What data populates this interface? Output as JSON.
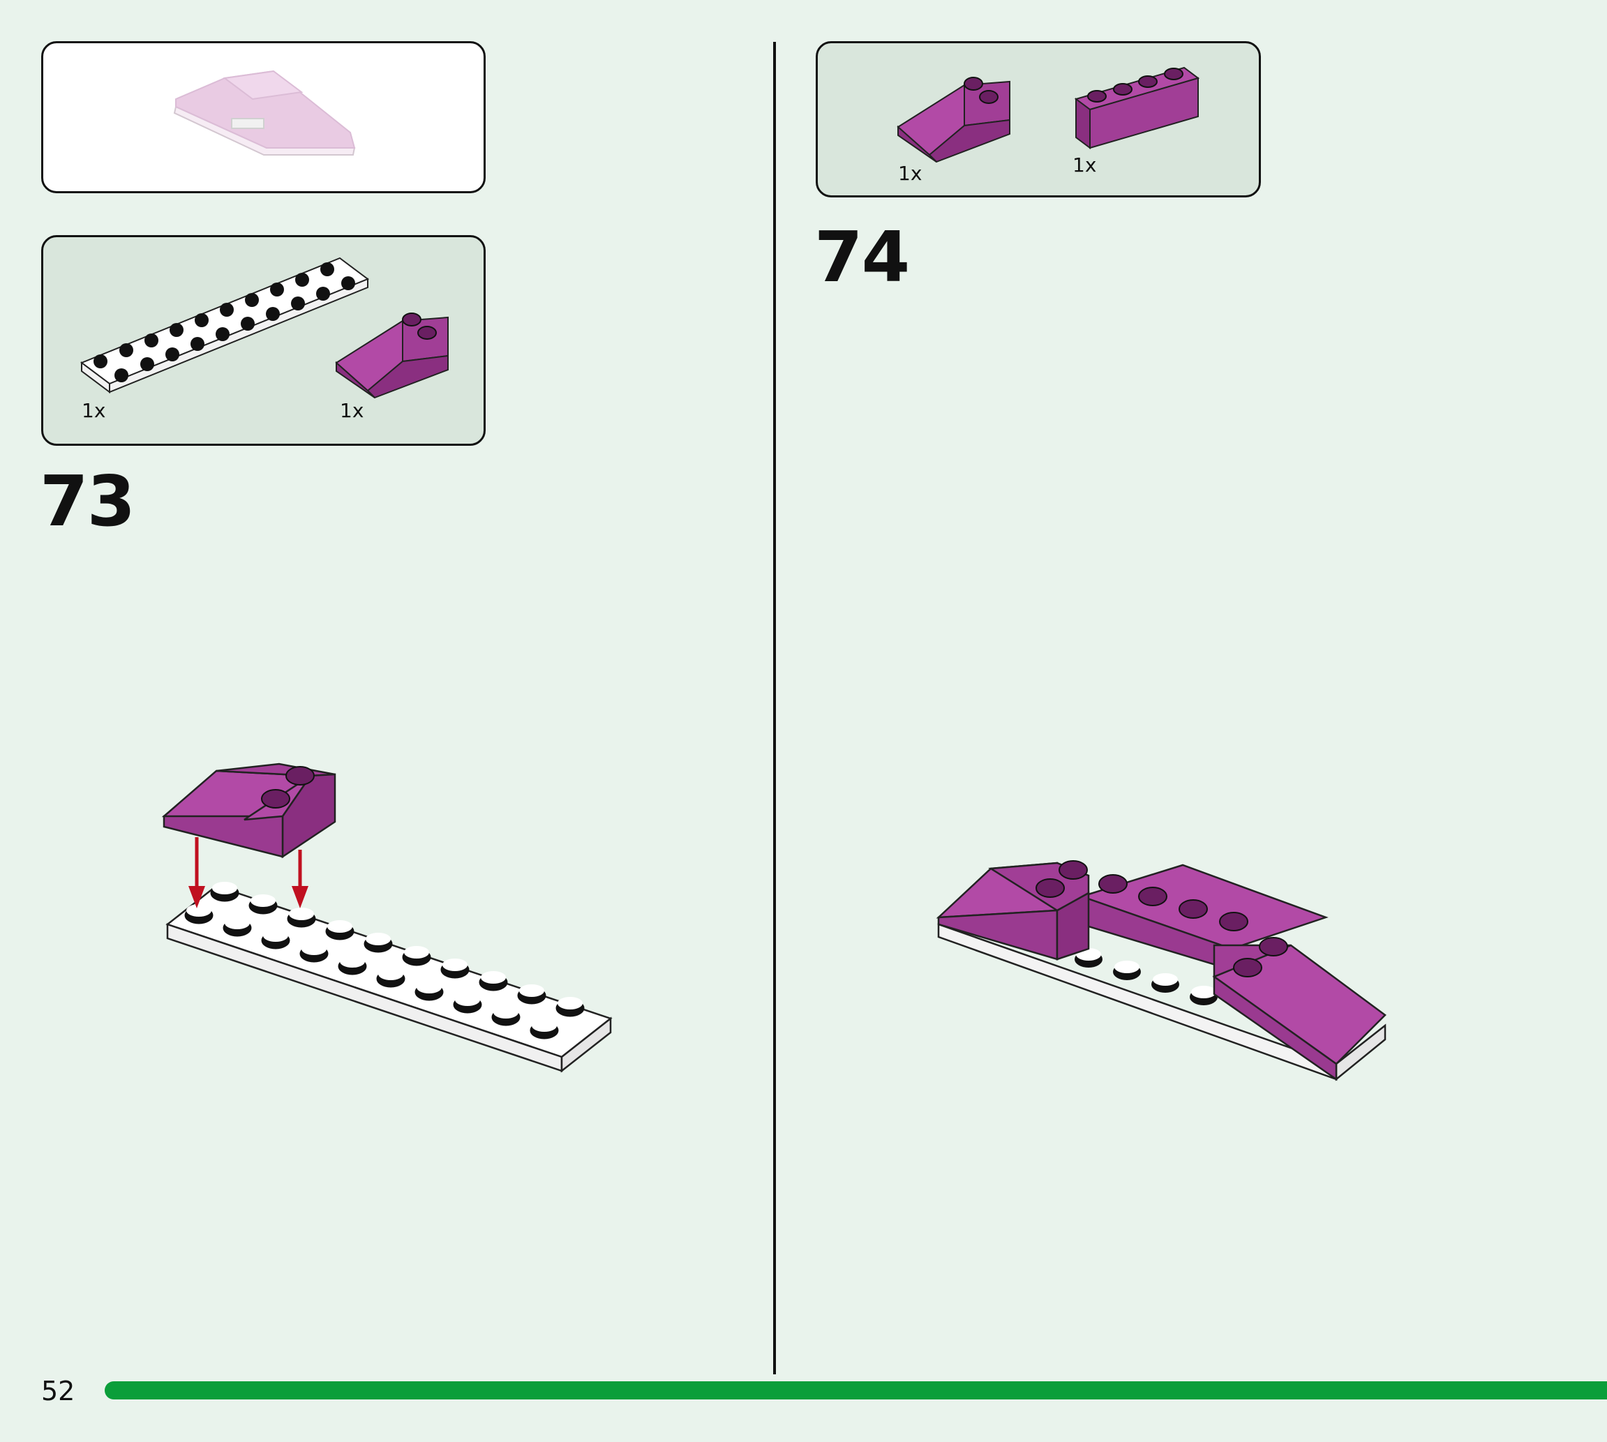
{
  "colors": {
    "background": "#e9f3ec",
    "parts_panel": "#d9e6dc",
    "magenta": "#a13e96",
    "arrow": "#c01020",
    "progress_bar": "#0b9e3a"
  },
  "steps": [
    {
      "number": "73",
      "parts": [
        {
          "qty": "1x",
          "part": "white 2x10 plate"
        },
        {
          "qty": "1x",
          "part": "magenta 2x3 slope"
        }
      ]
    },
    {
      "number": "74",
      "parts": [
        {
          "qty": "1x",
          "part": "magenta 2x3 slope"
        },
        {
          "qty": "1x",
          "part": "magenta 1x4 brick"
        }
      ]
    }
  ],
  "page": {
    "number": "52"
  }
}
